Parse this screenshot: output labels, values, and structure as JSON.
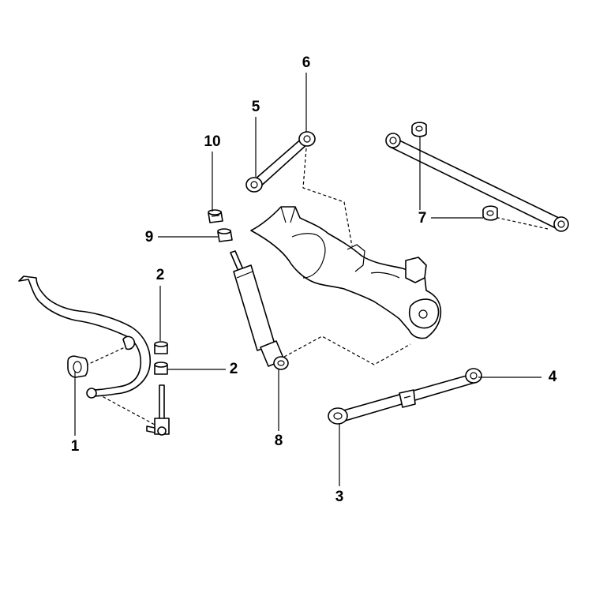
{
  "callouts": {
    "c1": "1",
    "c2a": "2",
    "c2b": "2",
    "c3": "3",
    "c4": "4",
    "c5": "5",
    "c6": "6",
    "c7": "7",
    "c8": "8",
    "c9": "9",
    "c10": "10"
  },
  "colors": {
    "line": "#000000",
    "background": "#ffffff"
  }
}
